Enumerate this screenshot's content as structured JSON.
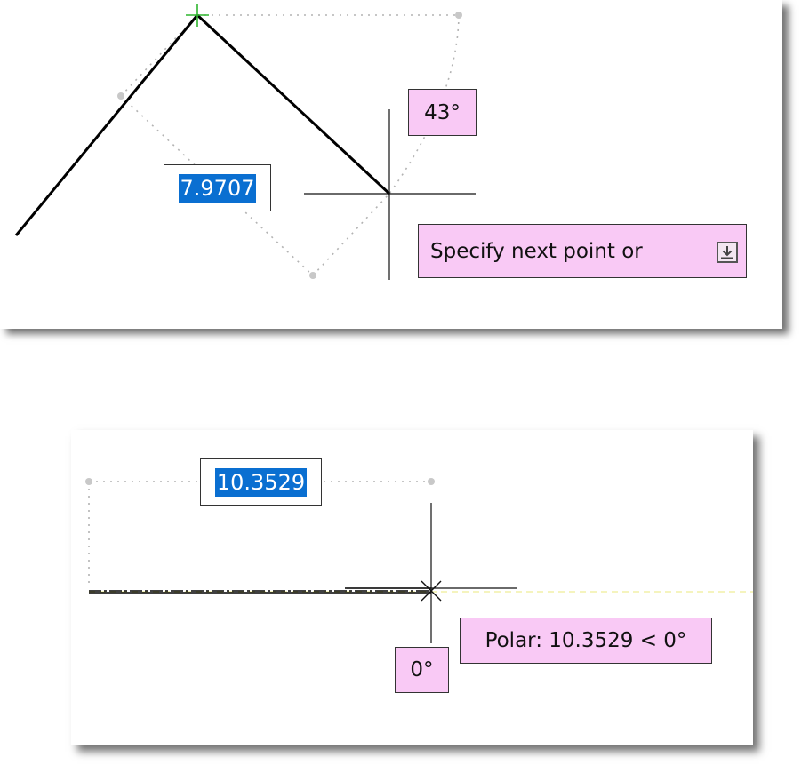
{
  "top_view": {
    "distance_value": "7.9707",
    "angle_label": "43°",
    "prompt_text": "Specify next point or",
    "prompt_icon": "download-options-icon"
  },
  "bottom_view": {
    "distance_value": "10.3529",
    "angle_label": "0°",
    "polar_readout": "Polar: 10.3529 < 0°"
  },
  "colors": {
    "tooltip_bg": "#f9c9f5",
    "selection_bg": "#0a6fd1",
    "snap_marker": "#2fb52f",
    "tracking_line": "#f2f0a8"
  }
}
